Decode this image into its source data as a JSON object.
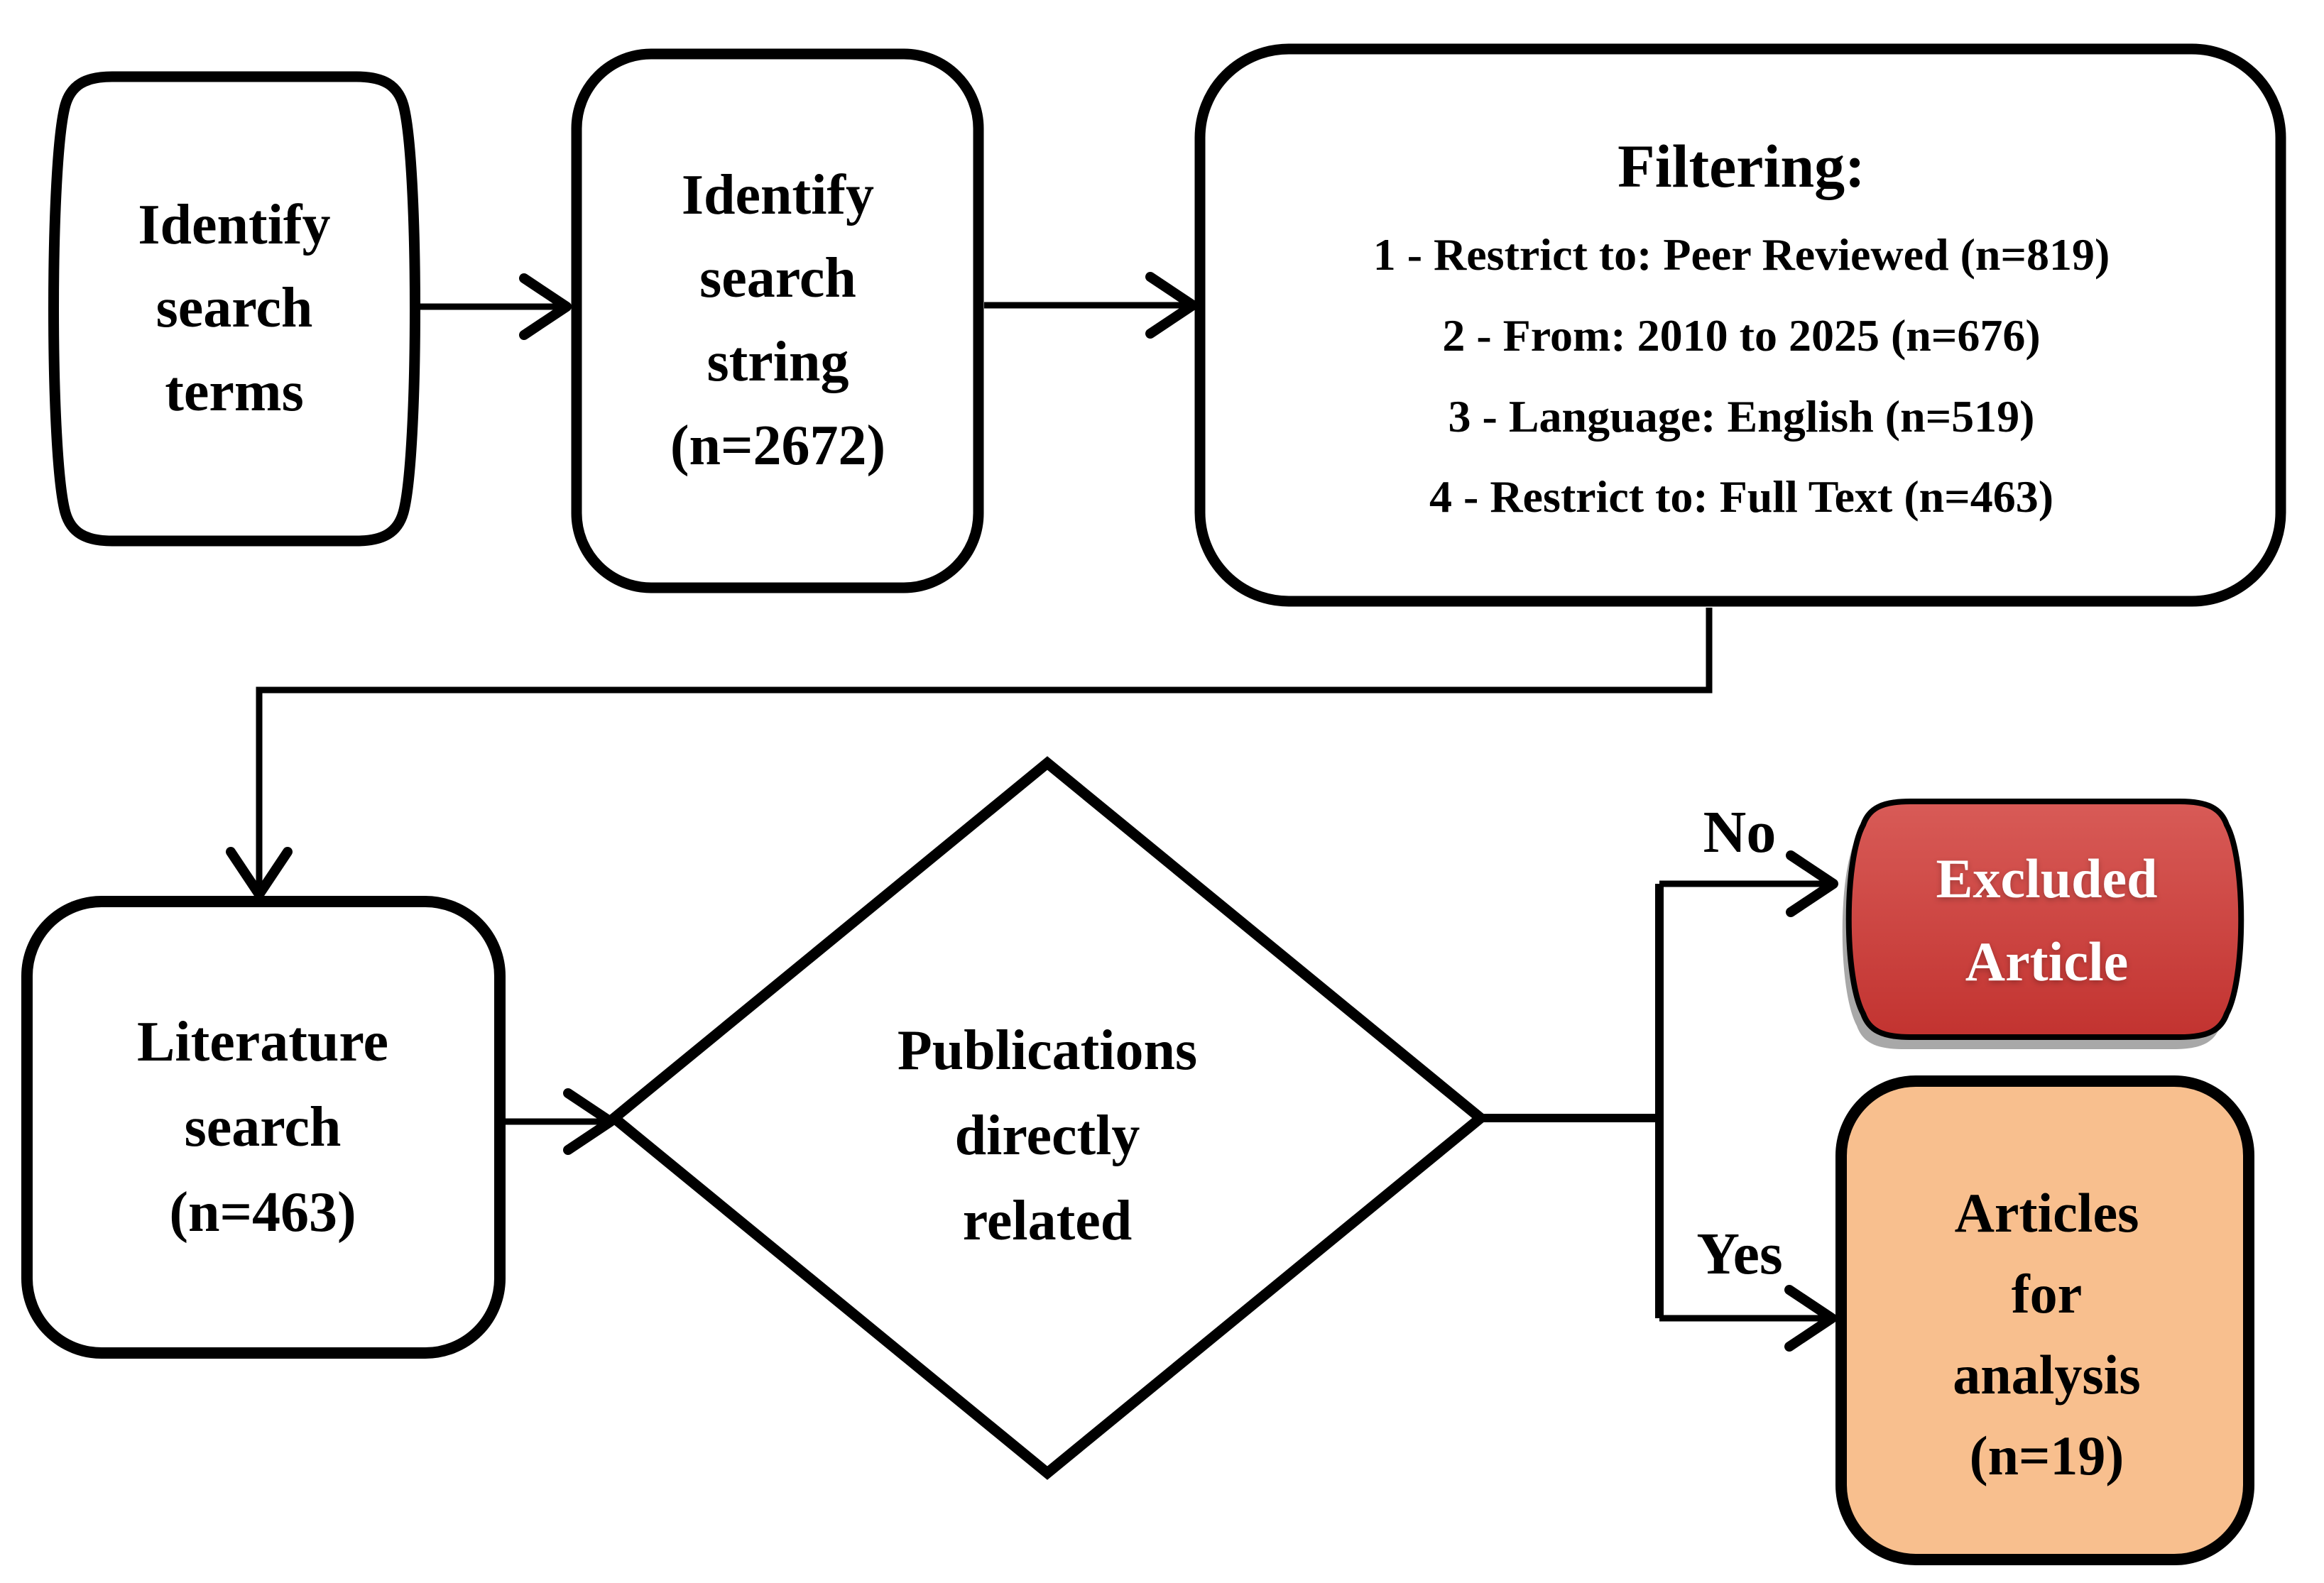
{
  "nodes": {
    "identify_terms": {
      "label": "Identify\nsearch\nterms"
    },
    "identify_string": {
      "label": "Identify\nsearch\nstring\n(n=2672)"
    },
    "filtering": {
      "title": "Filtering:",
      "items": [
        "1 - Restrict to: Peer Reviewed (n=819)",
        "2 - From: 2010 to 2025 (n=676)",
        "3 - Language: English (n=519)",
        "4 - Restrict to: Full Text (n=463)"
      ]
    },
    "literature_search": {
      "label": "Literature\nsearch\n(n=463)"
    },
    "decision": {
      "label": "Publications\ndirectly\nrelated"
    },
    "excluded": {
      "label": "Excluded\nArticle"
    },
    "accepted": {
      "label": "Articles\nfor\nanalysis\n(n=19)"
    }
  },
  "edges": {
    "no_label": "No",
    "yes_label": "Yes"
  },
  "colors": {
    "node-border": "#000000",
    "node-fill": "#ffffff",
    "text": "#000000",
    "excluded-grad-top": "#d85b57",
    "excluded-grad-bottom": "#c23330",
    "excluded-text": "#ffffff",
    "accepted-fill": "#f8bf8e",
    "shadow": "#a8a8a8"
  }
}
